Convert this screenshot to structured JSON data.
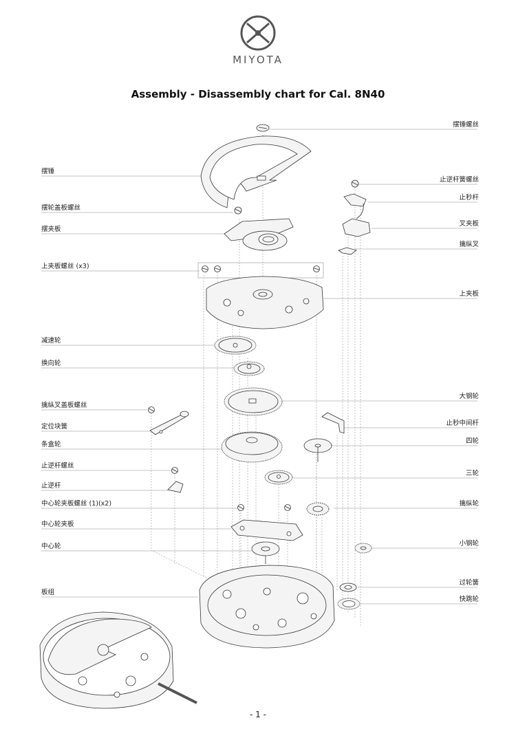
{
  "brand": {
    "name": "MIYOTA",
    "logo": "miyota-logo-icon"
  },
  "title": "Assembly - Disassembly chart for Cal. 8N40",
  "labels_left": [
    {
      "id": "rotor",
      "text": "摆锤"
    },
    {
      "id": "balance-bridge-screw",
      "text": "摆轮盖板螺丝"
    },
    {
      "id": "balance-bridge",
      "text": "摆夹板"
    },
    {
      "id": "train-bridge-screws",
      "text": "上夹板螺丝 (x3)"
    },
    {
      "id": "reduction-wheel",
      "text": "减速轮"
    },
    {
      "id": "reversing-wheel",
      "text": "换向轮"
    },
    {
      "id": "pallet-bridge-screw",
      "text": "擒纵叉盖板螺丝"
    },
    {
      "id": "setting-spring",
      "text": "定位块簧"
    },
    {
      "id": "barrel",
      "text": "条盒轮"
    },
    {
      "id": "click-screw",
      "text": "止逆杆螺丝"
    },
    {
      "id": "click",
      "text": "止逆杆"
    },
    {
      "id": "center-bridge-screws",
      "text": "中心轮夹板螺丝 (1)(x2)"
    },
    {
      "id": "center-bridge",
      "text": "中心轮夹板"
    },
    {
      "id": "center-wheel",
      "text": "中心轮"
    },
    {
      "id": "main-plate",
      "text": "板组"
    }
  ],
  "labels_right": [
    {
      "id": "rotor-screw",
      "text": "摆锤螺丝"
    },
    {
      "id": "click-spring-screw",
      "text": "止逆杆簧螺丝"
    },
    {
      "id": "stop-lever",
      "text": "止秒杆"
    },
    {
      "id": "pallet-bridge",
      "text": "叉夹板"
    },
    {
      "id": "pallet-fork",
      "text": "擒纵叉"
    },
    {
      "id": "train-bridge",
      "text": "上夹板"
    },
    {
      "id": "ratchet-wheel",
      "text": "大钢轮"
    },
    {
      "id": "stop-intermediate-lever",
      "text": "止秒中间杆"
    },
    {
      "id": "fourth-wheel",
      "text": "四轮"
    },
    {
      "id": "third-wheel",
      "text": "三轮"
    },
    {
      "id": "escape-wheel",
      "text": "擒纵轮"
    },
    {
      "id": "crown-wheel",
      "text": "小钢轮"
    },
    {
      "id": "transmission-spring",
      "text": "过轮簧"
    },
    {
      "id": "jump-wheel",
      "text": "快跳轮"
    }
  ],
  "page_number": "- 1 -",
  "colors": {
    "line": "#333333",
    "leader": "#888888",
    "text": "#222222",
    "fill": "#f4f4f4"
  }
}
